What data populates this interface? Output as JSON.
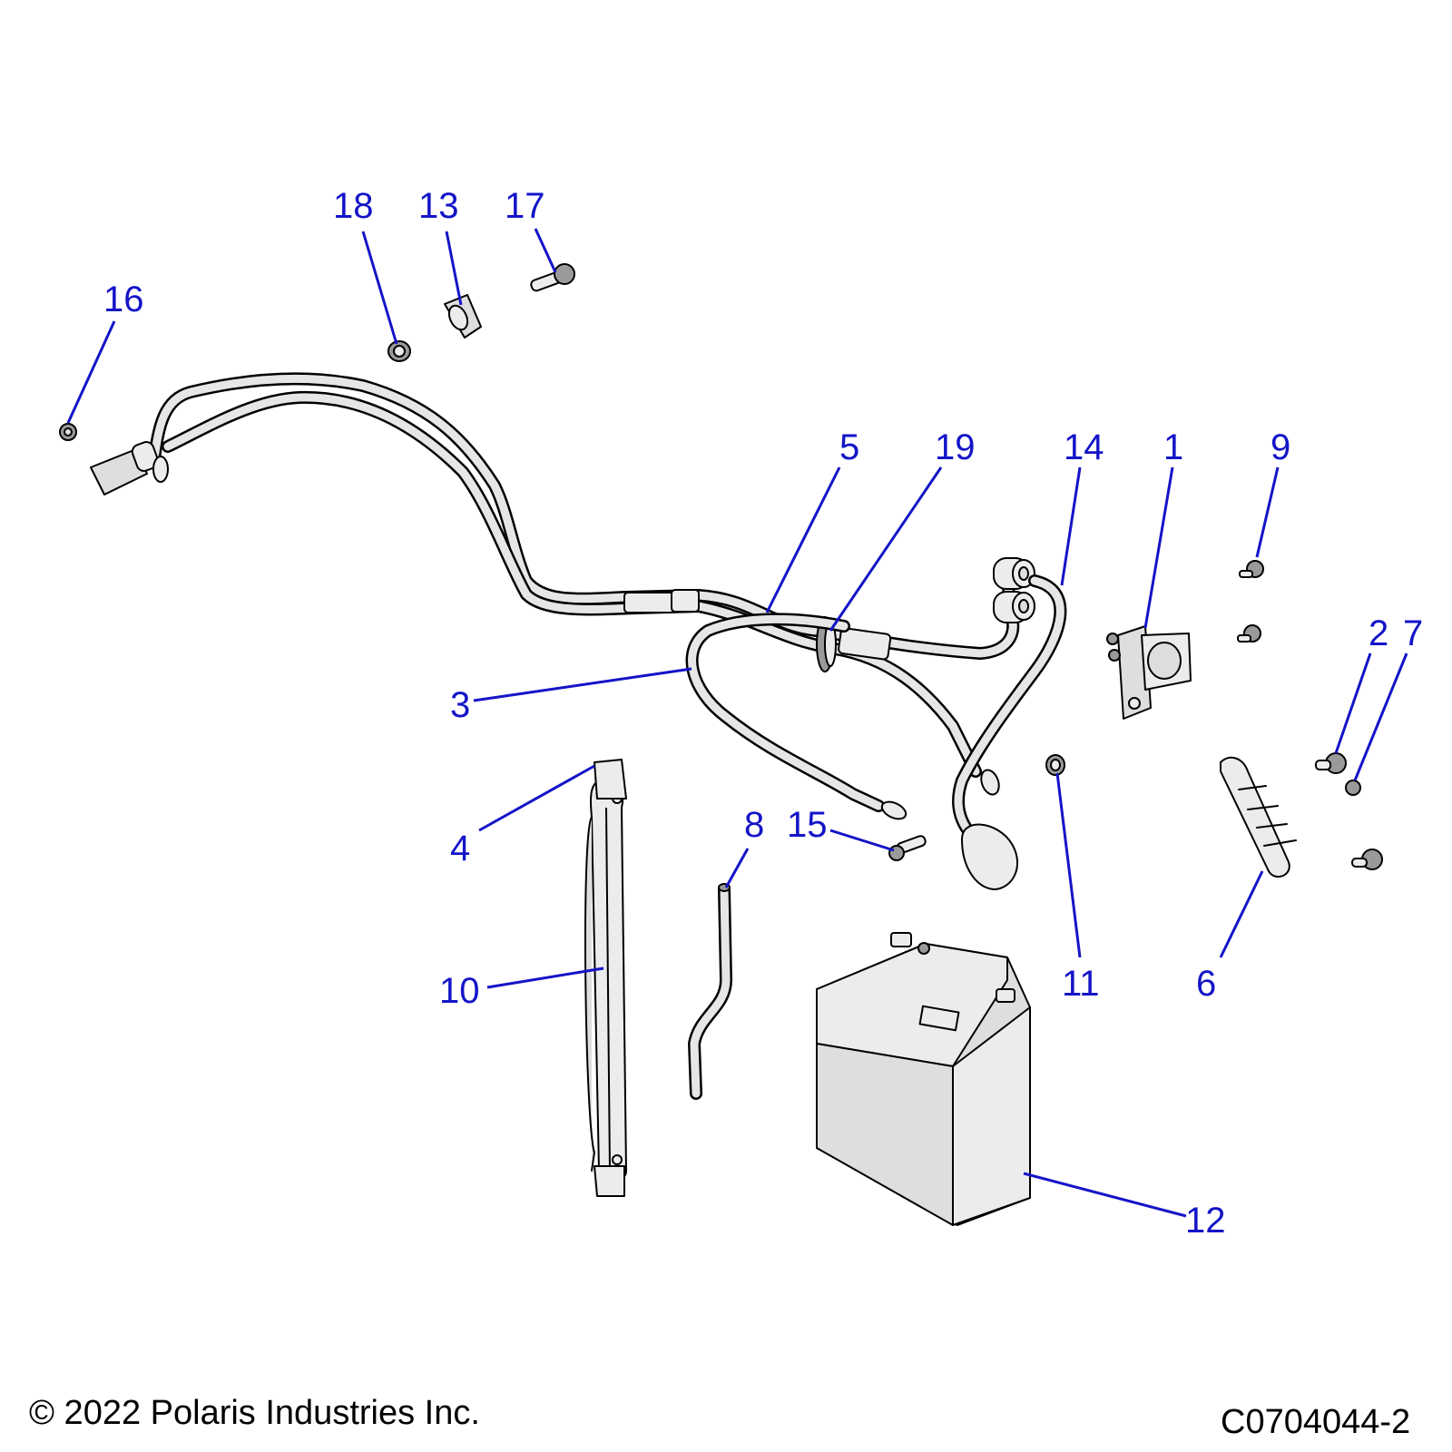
{
  "footer": {
    "copyright": "© 2022 Polaris Industries Inc.",
    "drawing_number": "C0704044-2"
  },
  "callouts": {
    "c1": "1",
    "c2": "2",
    "c3": "3",
    "c4": "4",
    "c5": "5",
    "c6": "6",
    "c7": "7",
    "c8": "8",
    "c9": "9",
    "c10": "10",
    "c11": "11",
    "c12": "12",
    "c13": "13",
    "c14": "14",
    "c15": "15",
    "c16": "16",
    "c17": "17",
    "c18": "18",
    "c19": "19"
  },
  "colors": {
    "callout": "#1414c8",
    "part_fill": "#dedede",
    "outline": "#000000"
  }
}
